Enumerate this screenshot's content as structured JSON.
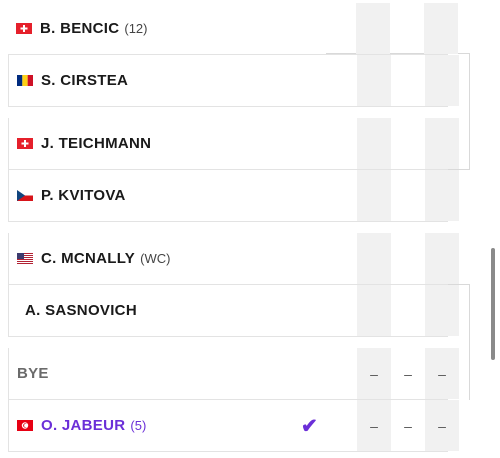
{
  "players": [
    {
      "name": "B. BENCIC",
      "seed": "(12)",
      "flag": "switzerland-flag",
      "scores": [
        "",
        "",
        ""
      ],
      "winner": false
    },
    {
      "name": "S. CIRSTEA",
      "seed": "",
      "flag": "romania-flag",
      "scores": [
        "",
        "",
        ""
      ],
      "winner": false
    },
    {
      "name": "J. TEICHMANN",
      "seed": "",
      "flag": "switzerland-flag",
      "scores": [
        "",
        "",
        ""
      ],
      "winner": false
    },
    {
      "name": "P. KVITOVA",
      "seed": "",
      "flag": "czech-flag",
      "scores": [
        "",
        "",
        ""
      ],
      "winner": false
    },
    {
      "name": "C. MCNALLY",
      "seed": "(WC)",
      "flag": "usa-flag",
      "scores": [
        "",
        "",
        ""
      ],
      "winner": false
    },
    {
      "name": "A. SASNOVICH",
      "seed": "",
      "flag": "",
      "scores": [
        "",
        "",
        ""
      ],
      "winner": false
    },
    {
      "name": "BYE",
      "seed": "",
      "flag": "",
      "scores": [
        "–",
        "–",
        "–"
      ],
      "winner": false
    },
    {
      "name": "O. JABEUR",
      "seed": "(5)",
      "flag": "tunisia-flag",
      "scores": [
        "–",
        "–",
        "–"
      ],
      "winner": true
    }
  ],
  "colors": {
    "winner": "#6b2fd8",
    "text": "#1a1a1a",
    "bye": "#6b6b6b"
  }
}
